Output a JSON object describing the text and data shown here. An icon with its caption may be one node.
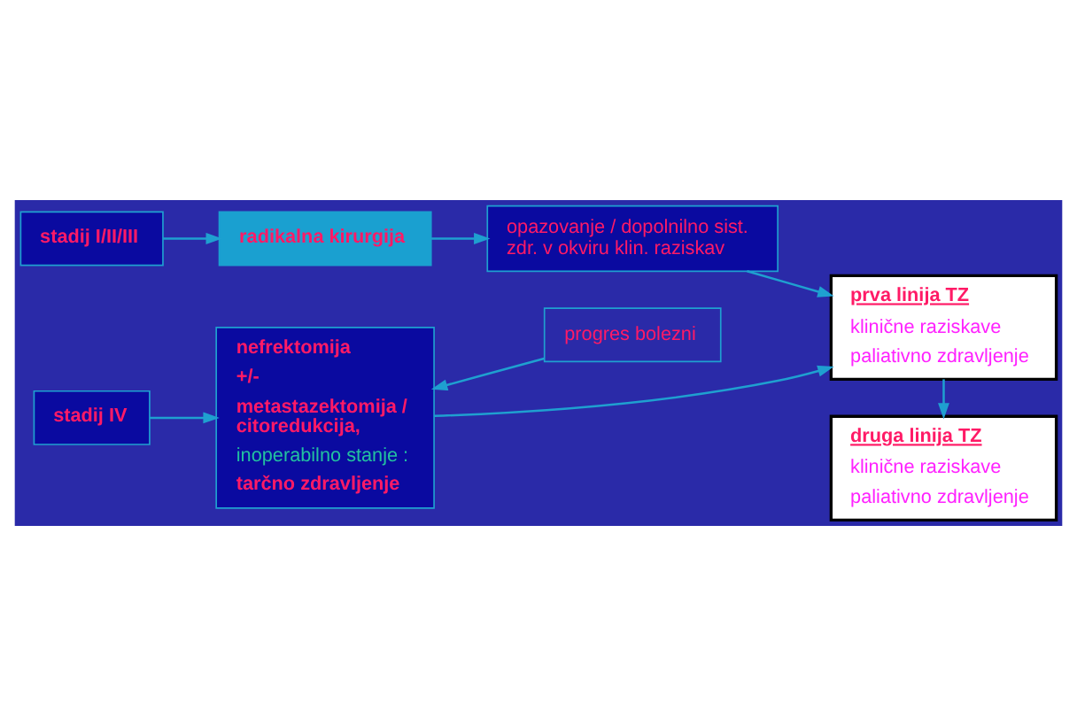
{
  "diagram": {
    "nodes": [
      {
        "text": [
          "stadij I/II/III"
        ]
      },
      {
        "text": [
          "radikalna kirurgija"
        ]
      },
      {
        "text": [
          "opazovanje / dopolnilno sist. zdr. v okviru klin. raziskav"
        ]
      },
      {
        "text": [
          "progres bolezni"
        ]
      },
      {
        "text": [
          "nefrektomija",
          "+/-",
          "metastazektomija / citoredukcija,",
          "inoperabilno stanje :",
          "tarčno zdravljenje"
        ]
      },
      {
        "text": [
          "prva linija TZ",
          "klinične raziskave",
          "paliativno zdravljenje"
        ]
      },
      {
        "text": [
          "stadij IV"
        ]
      },
      {
        "text": [
          "druga linija TZ",
          "klinične raziskave",
          "paliativno zdravljenje"
        ]
      }
    ],
    "edges": [
      {
        "from": 0,
        "to": 1,
        "arrow": "to"
      },
      {
        "from": 1,
        "to": 2,
        "arrow": "to"
      },
      {
        "from": 2,
        "to": 5,
        "arrow": "to"
      },
      {
        "from": 3,
        "to": 4,
        "arrow": "to"
      },
      {
        "from": 6,
        "to": 4,
        "arrow": "to"
      },
      {
        "from": 4,
        "to": 5,
        "arrow": "to"
      },
      {
        "from": 5,
        "to": 7,
        "arrow": "to"
      }
    ]
  }
}
